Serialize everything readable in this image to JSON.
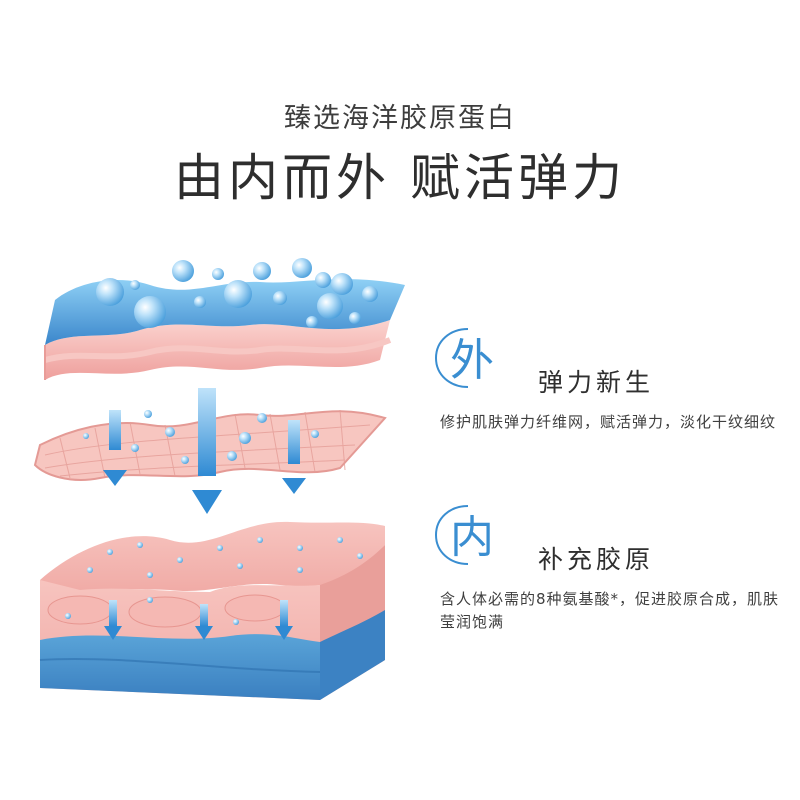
{
  "header": {
    "subtitle": "臻选海洋胶原蛋白",
    "title": "由内而外 赋活弹力"
  },
  "points": [
    {
      "badge_char": "外",
      "heading": "弹力新生",
      "description": "修护肌肤弹力纤维网，赋活弹力，淡化干纹细纹"
    },
    {
      "badge_char": "内",
      "heading": "补充胶原",
      "description": "含人体必需的8种氨基酸*，促进胶原合成，肌肤莹润饱满"
    }
  ],
  "colors": {
    "accent_blue": "#3a8ed1",
    "skin_pink": "#f3b6b3",
    "dermis_blue": "#4c97cf",
    "bubble_blue": "#6fb6e8",
    "text_dark": "#2e2e2e"
  },
  "icons": [
    "water-bubble-icon",
    "down-arrow-icon"
  ]
}
